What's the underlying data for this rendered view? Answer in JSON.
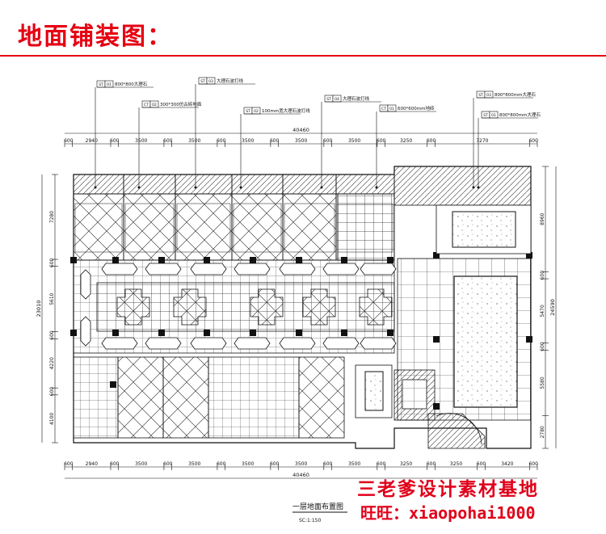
{
  "header": {
    "title": "地面铺装图："
  },
  "callouts": [
    {
      "code": "ST",
      "num": "01",
      "text": "800*800大理石"
    },
    {
      "code": "CT",
      "num": "02",
      "text": "300*300仿古砖地面"
    },
    {
      "code": "ST",
      "num": "03",
      "text": "大理石波打线"
    },
    {
      "code": "ST",
      "num": "02",
      "text": "100mm宽大理石波打线"
    },
    {
      "code": "ST",
      "num": "04",
      "text": "大理石波打线"
    },
    {
      "code": "CT",
      "num": "01",
      "text": "600*600mm地砖"
    },
    {
      "code": "ST",
      "num": "03",
      "text": "800*800mm大理石"
    },
    {
      "code": "ST",
      "num": "01",
      "text": "800*800mm大理石"
    }
  ],
  "dimensions": {
    "top_total": "40460",
    "top_segments": [
      "600",
      "2940",
      "600",
      "3500",
      "600",
      "3500",
      "600",
      "3500",
      "600",
      "3500",
      "600",
      "3500",
      "600",
      "3250",
      "600",
      "7270",
      "600"
    ],
    "bottom_total": "40460",
    "bottom_segments": [
      "600",
      "2940",
      "600",
      "3500",
      "600",
      "3500",
      "600",
      "3500",
      "600",
      "3500",
      "600",
      "3500",
      "600",
      "3250",
      "600",
      "3250",
      "600",
      "3420",
      "600"
    ],
    "left_total": "23010",
    "left_segments": [
      "7280",
      "600",
      "5610",
      "600",
      "4220",
      "600",
      "4100"
    ],
    "right_total": "24590",
    "right_segments": [
      "8960",
      "600",
      "5470",
      "600",
      "5580",
      "2780"
    ]
  },
  "plan_labels": {
    "drawing_title": "一层地面布置图",
    "scale": "SC:1:150"
  },
  "watermark": {
    "line1": "三老爹设计素材基地",
    "line2_prefix": "旺旺：",
    "line2_id": "xiaopohai1000"
  }
}
